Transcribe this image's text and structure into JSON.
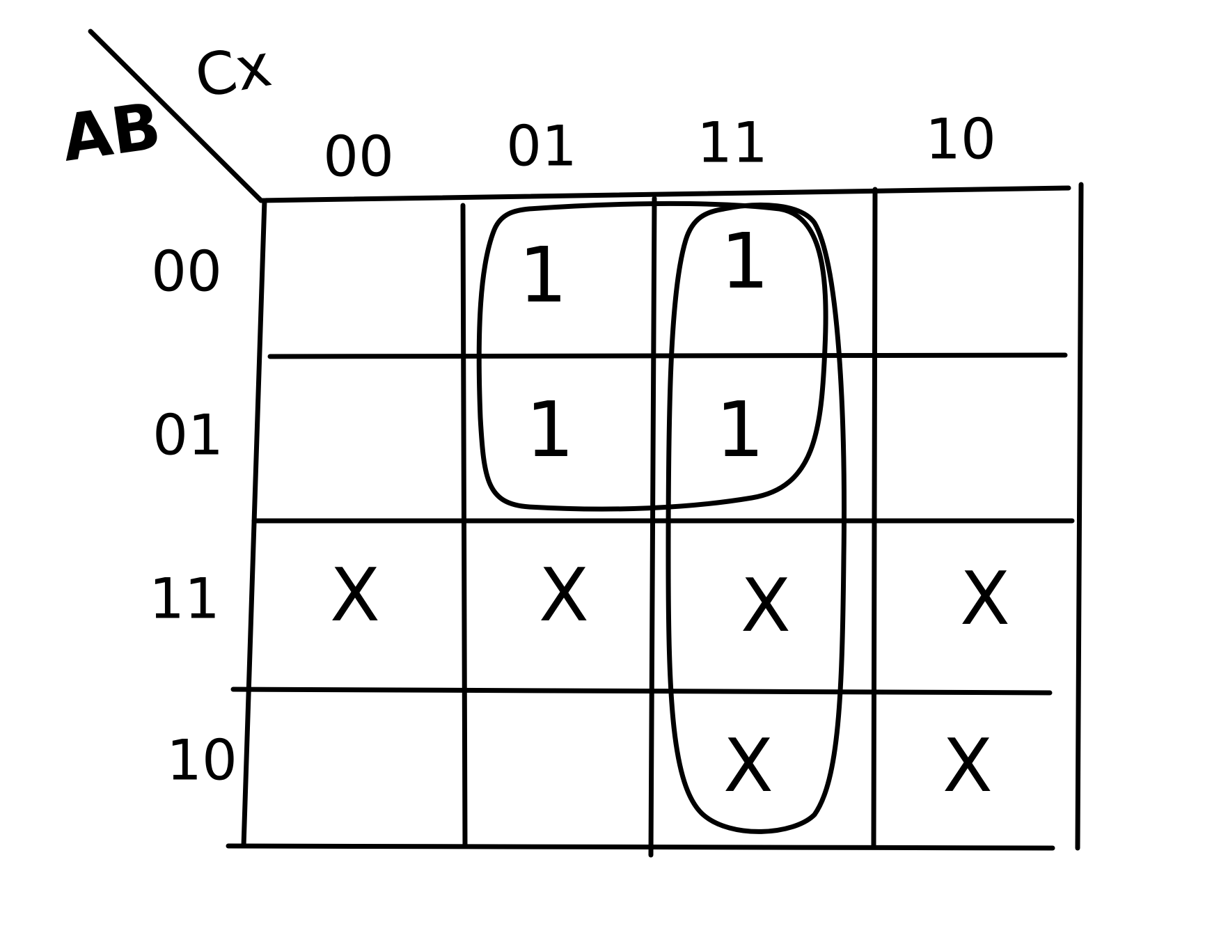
{
  "kmap": {
    "row_variables": "AB",
    "column_variables": "Cx",
    "column_headers": [
      "00",
      "01",
      "11",
      "10"
    ],
    "row_headers": [
      "00",
      "01",
      "11",
      "10"
    ],
    "cells": [
      [
        "",
        "1",
        "1",
        ""
      ],
      [
        "",
        "1",
        "1",
        ""
      ],
      [
        "X",
        "X",
        "X",
        "X"
      ],
      [
        "",
        "",
        "X",
        "X"
      ]
    ],
    "groupings": [
      {
        "rows": [
          "00",
          "01"
        ],
        "columns": [
          "01",
          "11"
        ]
      },
      {
        "rows": [
          "00",
          "01",
          "11",
          "10"
        ],
        "columns": [
          "11"
        ]
      }
    ]
  }
}
